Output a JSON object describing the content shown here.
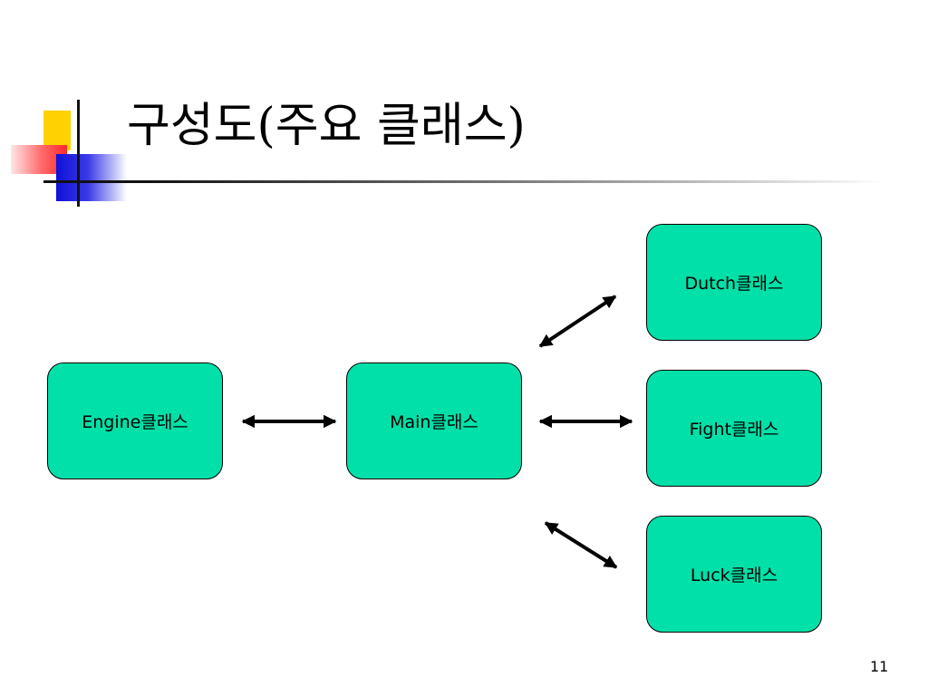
{
  "slide": {
    "title": "구성도(주요 클래스)",
    "page_number": "11"
  },
  "diagram": {
    "boxes": {
      "engine": "Engine클래스",
      "main": "Main클래스",
      "dutch": "Dutch클래스",
      "fight": "Fight클래스",
      "luck": "Luck클래스"
    },
    "connections": [
      {
        "from": "engine",
        "to": "main",
        "direction": "both"
      },
      {
        "from": "main",
        "to": "dutch",
        "direction": "both"
      },
      {
        "from": "main",
        "to": "fight",
        "direction": "both"
      },
      {
        "from": "main",
        "to": "luck",
        "direction": "both"
      }
    ],
    "box_color": "#00e0a8"
  }
}
